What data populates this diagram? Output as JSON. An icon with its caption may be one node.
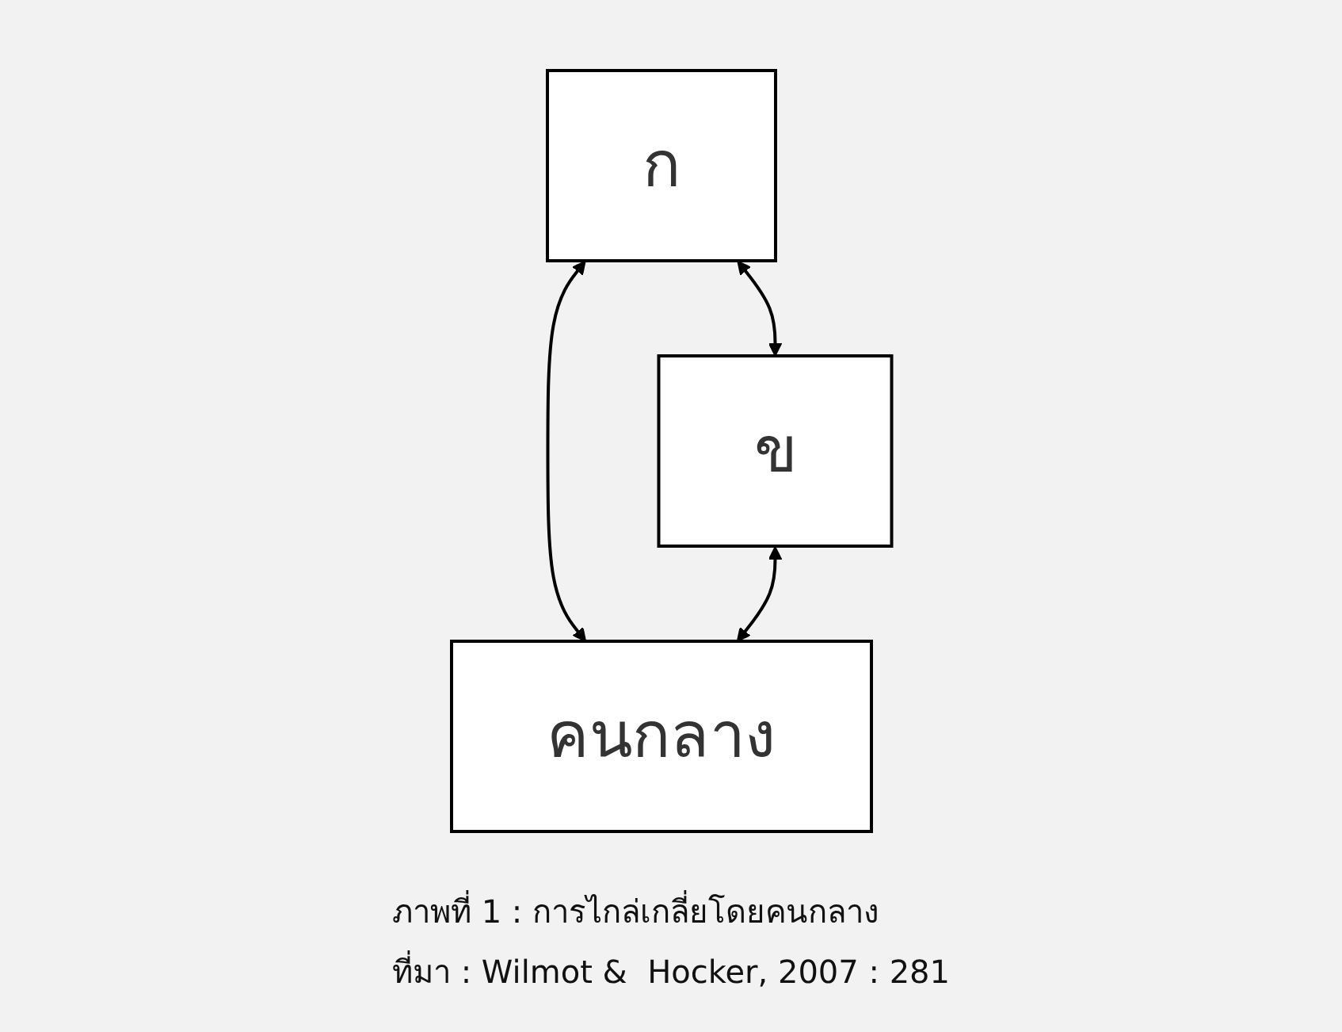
{
  "diagram": {
    "caption": "ภาพที่ 1 : การไกล่เกลี่ยโดยคนกลาง",
    "nodes": [
      {
        "text": [
          "ก"
        ]
      },
      {
        "text": [
          "ข"
        ]
      },
      {
        "text": [
          "คนกลาง"
        ]
      }
    ],
    "edges": [
      {
        "from": 0,
        "to": 1,
        "arrow": "both"
      },
      {
        "from": 0,
        "to": 2,
        "arrow": "both"
      },
      {
        "from": 1,
        "to": 2,
        "arrow": "both"
      }
    ],
    "labels": [
      "ที่มา : Wilmot &  Hocker, 2007 : 281"
    ]
  }
}
